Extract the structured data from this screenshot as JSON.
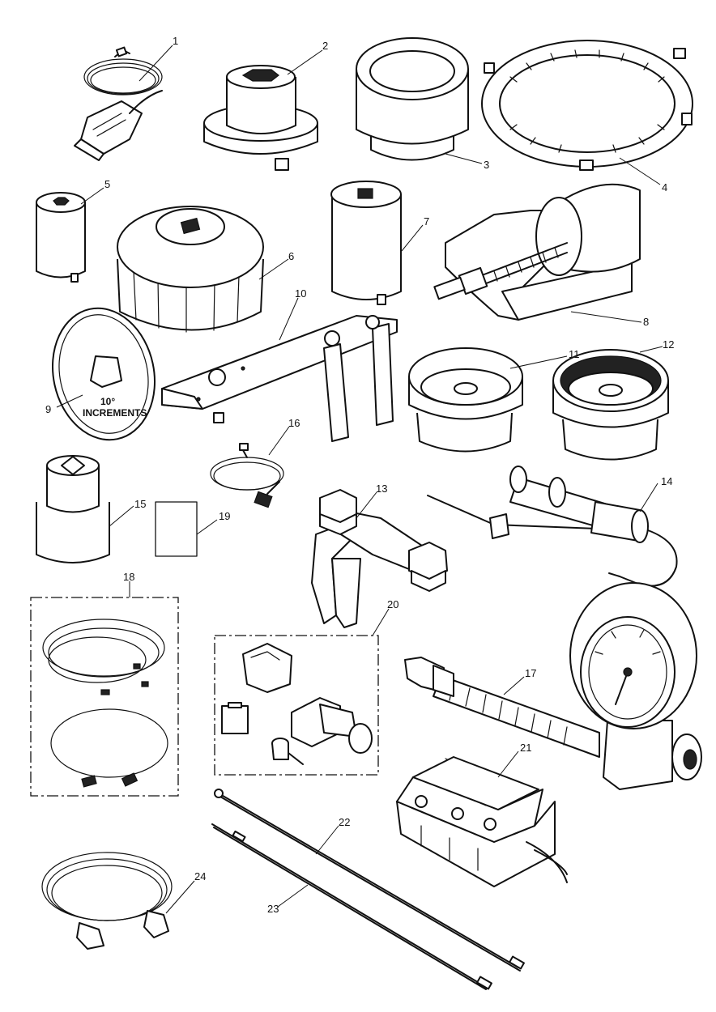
{
  "diagram": {
    "callouts": [
      "1",
      "2",
      "3",
      "4",
      "5",
      "6",
      "7",
      "8",
      "9",
      "10",
      "11",
      "12",
      "13",
      "14",
      "15",
      "16",
      "17",
      "18",
      "19",
      "20",
      "21",
      "22",
      "23",
      "24"
    ],
    "dial_text_line1": "10°",
    "dial_text_line2": "INCREMENTS"
  }
}
